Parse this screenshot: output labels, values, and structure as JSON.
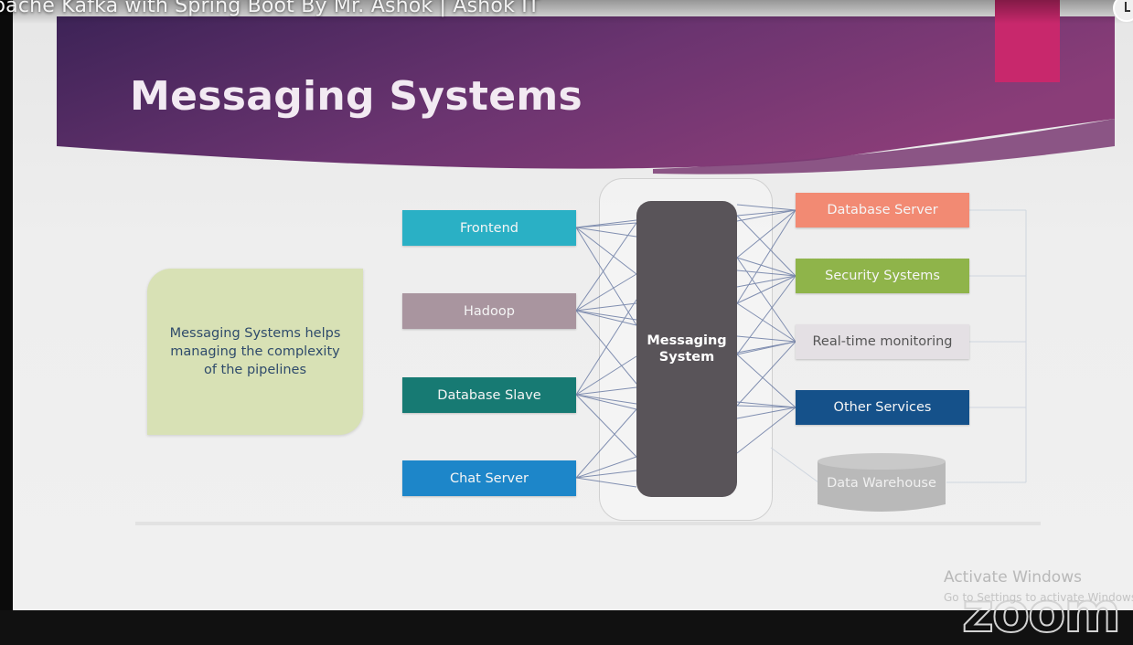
{
  "video": {
    "title": "pache Kafka with Spring Boot By Mr. Ashok | Ashok IT"
  },
  "slide": {
    "title": "Messaging Systems",
    "note": "Messaging Systems helps managing the complexity of the pipelines",
    "hub_label": "Messaging System",
    "sources": [
      {
        "label": "Frontend",
        "color": "#2ab0c5"
      },
      {
        "label": "Hadoop",
        "color": "#a9959f"
      },
      {
        "label": "Database Slave",
        "color": "#177a73"
      },
      {
        "label": "Chat Server",
        "color": "#1d86c9"
      }
    ],
    "destinations": [
      {
        "label": "Database Server",
        "color": "#f28a73"
      },
      {
        "label": "Security Systems",
        "color": "#8fb44a"
      },
      {
        "label": "Real-time monitoring",
        "color": "#e4e0e4"
      },
      {
        "label": "Other Services",
        "color": "#15518a"
      }
    ],
    "data_warehouse": "Data Warehouse",
    "colors": {
      "banner_start": "#3d2357",
      "banner_end": "#8a3d78",
      "accent_tab": "#c8286c",
      "hub": "#595459",
      "note_box": "#d8e1b5"
    }
  },
  "overlay": {
    "watermark": "Activate Windows",
    "watermark_sub": "Go to Settings to activate Windows.",
    "zoom_logo": "zoom"
  }
}
